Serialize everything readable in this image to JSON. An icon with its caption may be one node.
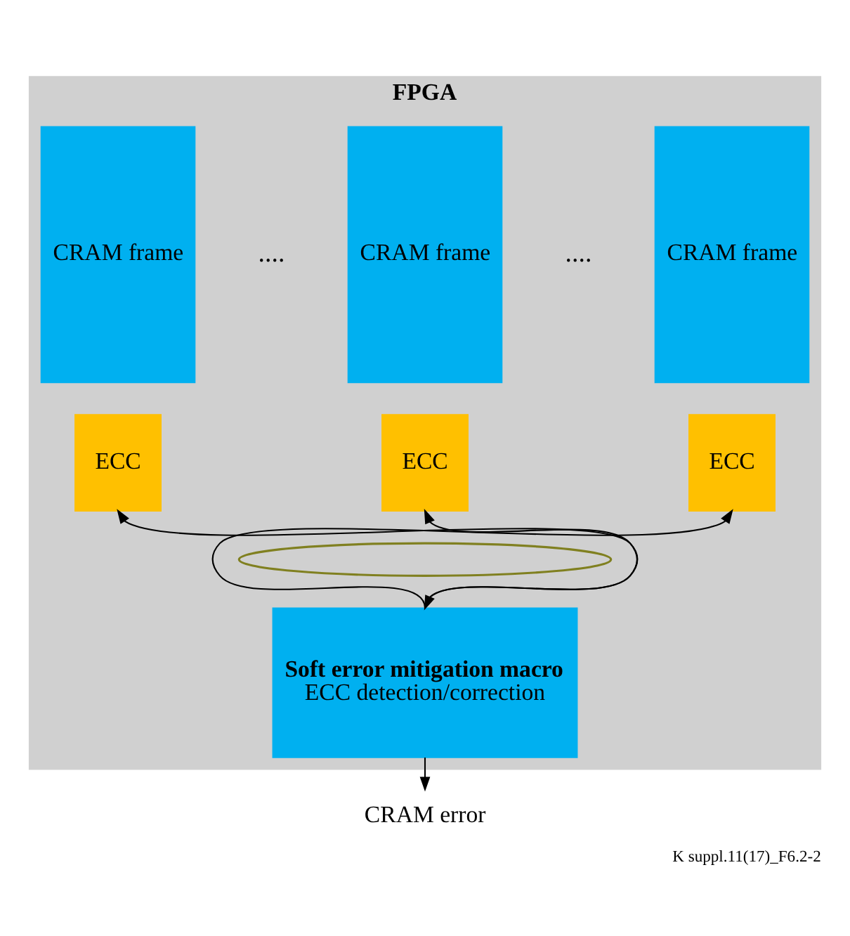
{
  "diagram": {
    "caption": "K suppl.11(17)_F6.2-2",
    "nodes": [
      {
        "text": [
          "FPGA"
        ]
      },
      {
        "text": [
          "CRAM frame"
        ],
        "in": 0
      },
      {
        "text": [
          "CRAM frame"
        ],
        "in": 0
      },
      {
        "text": [
          "CRAM frame"
        ],
        "in": 0
      },
      {
        "text": [
          "ECC"
        ],
        "in": 0
      },
      {
        "text": [
          "ECC"
        ],
        "in": 0
      },
      {
        "text": [
          "ECC"
        ],
        "in": 0
      },
      {
        "text": [],
        "shape": "ellipse",
        "in": 0
      },
      {
        "text": [
          "Soft error mitigation macro",
          "ECC detection/correction"
        ],
        "in": 0
      },
      {
        "text": [
          "CRAM error"
        ]
      }
    ],
    "edges": [
      {
        "from": 8,
        "to": 4,
        "arrow": "to"
      },
      {
        "from": 8,
        "to": 5,
        "arrow": "both"
      },
      {
        "from": 8,
        "to": 6,
        "arrow": "to"
      },
      {
        "from": 8,
        "to": 9,
        "arrow": "to"
      }
    ],
    "labels": [
      "....",
      "...."
    ]
  }
}
